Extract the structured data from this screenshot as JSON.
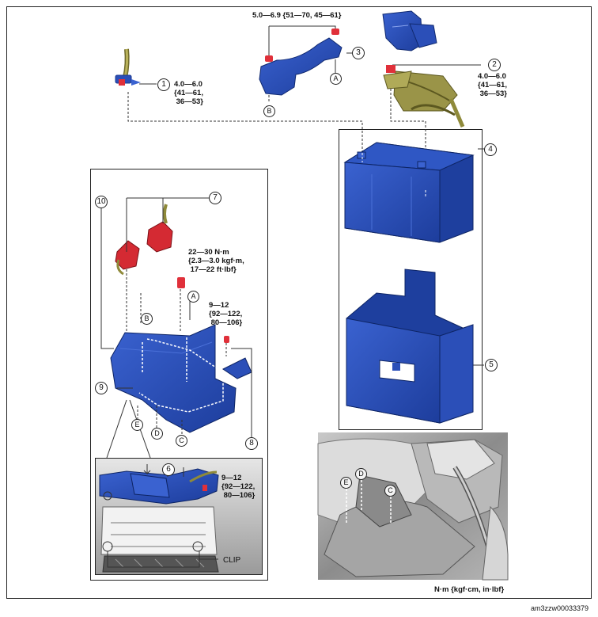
{
  "callouts": [
    "1",
    "2",
    "3",
    "4",
    "5",
    "6",
    "7",
    "8",
    "9",
    "10"
  ],
  "letters": [
    "A",
    "B",
    "C",
    "D",
    "E"
  ],
  "torques": {
    "t1": "4.0—6.0\n{41—61,\n 36—53}",
    "t2": "4.0—6.0\n{41—61,\n 36—53}",
    "t3": "5.0—6.9 {51—70, 45—61}",
    "t4": "22—30 N·m\n{2.3—3.0 kgf·m,\n 17—22 ft·lbf}",
    "t5": "9—12\n{92—122,\n 80—106}",
    "t6": "9—12\n{92—122,\n 80—106}"
  },
  "clip_label": "CLIP",
  "units_legend": "N·m {kgf·cm, in·lbf}",
  "doc_id": "am3zzw00033379",
  "colors": {
    "part_blue": "#2b4fb8",
    "part_blue_dark": "#1c3a8f",
    "bolt_red": "#e0303a",
    "harness_olive": "#8f8a3a"
  }
}
